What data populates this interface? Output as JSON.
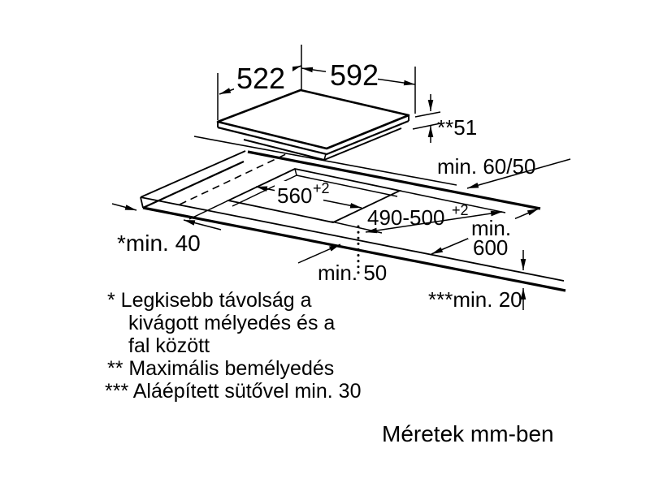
{
  "colors": {
    "background": "#ffffff",
    "line": "#000000"
  },
  "dimensions": {
    "hob_depth": "522",
    "hob_width": "592",
    "hob_build_in_depth": "**51",
    "wall_back_clearance": "min. 60/50",
    "cutout_width": "560",
    "cutout_width_tolerance": "+2",
    "cutout_depth": "490-500",
    "cutout_depth_tolerance": "+2",
    "worktop_depth_word": "min.",
    "worktop_depth_value": "600",
    "side_wall_clearance": "*min. 40",
    "front_edge_clearance": "min. 50",
    "under_worktop_clearance": "***min. 20"
  },
  "legend": {
    "lines": [
      {
        "text": "* Legkisebb távolság a"
      },
      {
        "text": "kivágott mélyedés és a"
      },
      {
        "text": "fal között"
      },
      {
        "text": "** Maximális bemélyedés"
      },
      {
        "text": "*** Aláépített sütővel min. 30"
      }
    ]
  },
  "footer": {
    "units_note": "Méretek mm-ben"
  }
}
